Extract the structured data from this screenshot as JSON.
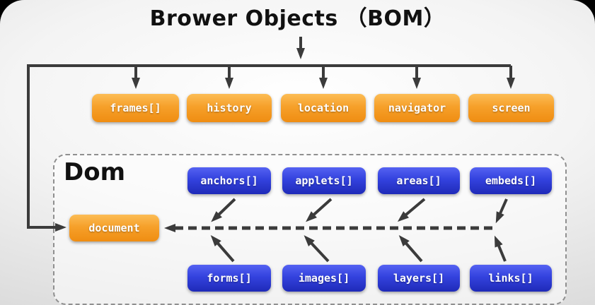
{
  "title": "Brower Objects （BOM）",
  "bom": {
    "nodes": [
      "frames[]",
      "history",
      "location",
      "navigator",
      "screen"
    ]
  },
  "dom": {
    "label": "Dom",
    "document": "document",
    "top_nodes": [
      "anchors[]",
      "applets[]",
      "areas[]",
      "embeds[]"
    ],
    "bottom_nodes": [
      "forms[]",
      "images[]",
      "layers[]",
      "links[]"
    ]
  },
  "colors": {
    "bom_node": "#f6a02a",
    "dom_node": "#3342de",
    "arrow": "#3b3b3b"
  }
}
